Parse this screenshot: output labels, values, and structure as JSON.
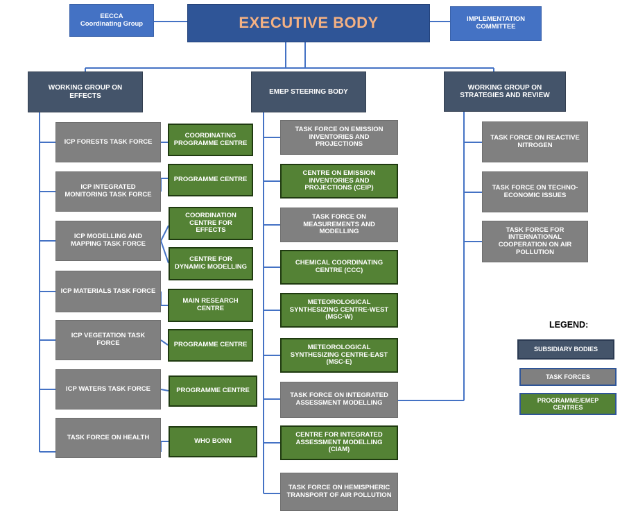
{
  "top": {
    "executive_body": "EXECUTIVE BODY",
    "eecca_line1": "EECCA",
    "eecca_line2": "Coordinating Group",
    "implementation_committee": "IMPLEMENTATION COMMITTEE"
  },
  "working_group_effects": {
    "title": "WORKING GROUP ON EFFECTS",
    "task_forces": [
      "ICP FORESTS TASK FORCE",
      "ICP INTEGRATED MONITORING TASK FORCE",
      "ICP MODELLING AND MAPPING TASK FORCE",
      "ICP MATERIALS TASK FORCE",
      "ICP VEGETATION TASK FORCE",
      "ICP WATERS TASK FORCE",
      "TASK FORCE ON HEALTH"
    ],
    "centres": [
      "COORDINATING PROGRAMME CENTRE",
      "PROGRAMME CENTRE",
      "COORDINATION CENTRE FOR EFFECTS",
      "CENTRE FOR DYNAMIC MODELLING",
      "MAIN RESEARCH CENTRE",
      "PROGRAMME CENTRE",
      "PROGRAMME CENTRE",
      "WHO BONN"
    ]
  },
  "emep_steering_body": {
    "title": "EMEP STEERING BODY",
    "items": [
      "TASK FORCE ON EMISSION INVENTORIES AND PROJECTIONS",
      "CENTRE ON EMISSION INVENTORIES AND PROJECTIONS (CEIP)",
      "TASK FORCE ON MEASUREMENTS AND MODELLING",
      "CHEMICAL COORDINATING CENTRE (CCC)",
      "METEOROLOGICAL SYNTHESIZING CENTRE-WEST (MSC-W)",
      "METEOROLOGICAL SYNTHESIZING CENTRE-EAST (MSC-E)",
      "TASK FORCE ON INTEGRATED ASSESSMENT MODELLING",
      "CENTRE FOR INTEGRATED ASSESSMENT MODELLING (CIAM)",
      "TASK FORCE ON HEMISPHERIC TRANSPORT OF AIR POLLUTION"
    ]
  },
  "working_group_strategies": {
    "title": "WORKING GROUP ON STRATEGIES AND REVIEW",
    "task_forces": [
      "TASK FORCE ON REACTIVE NITROGEN",
      "TASK FORCE ON TECHNO-ECONOMIC ISSUES",
      "TASK FORCE FOR INTERNATIONAL COOPERATION ON AIR POLLUTION"
    ]
  },
  "legend": {
    "title": "LEGEND:",
    "subsidiary_bodies": "SUBSIDIARY BODIES",
    "task_forces": "TASK FORCES",
    "centres": "PROGRAMME/EMEP CENTRES"
  },
  "colors": {
    "line": "#4472c4",
    "subsidiary": "#44546a",
    "task_force": "#808080",
    "centre": "#548235",
    "executive": "#2f5597",
    "executive_text": "#f4b183"
  }
}
